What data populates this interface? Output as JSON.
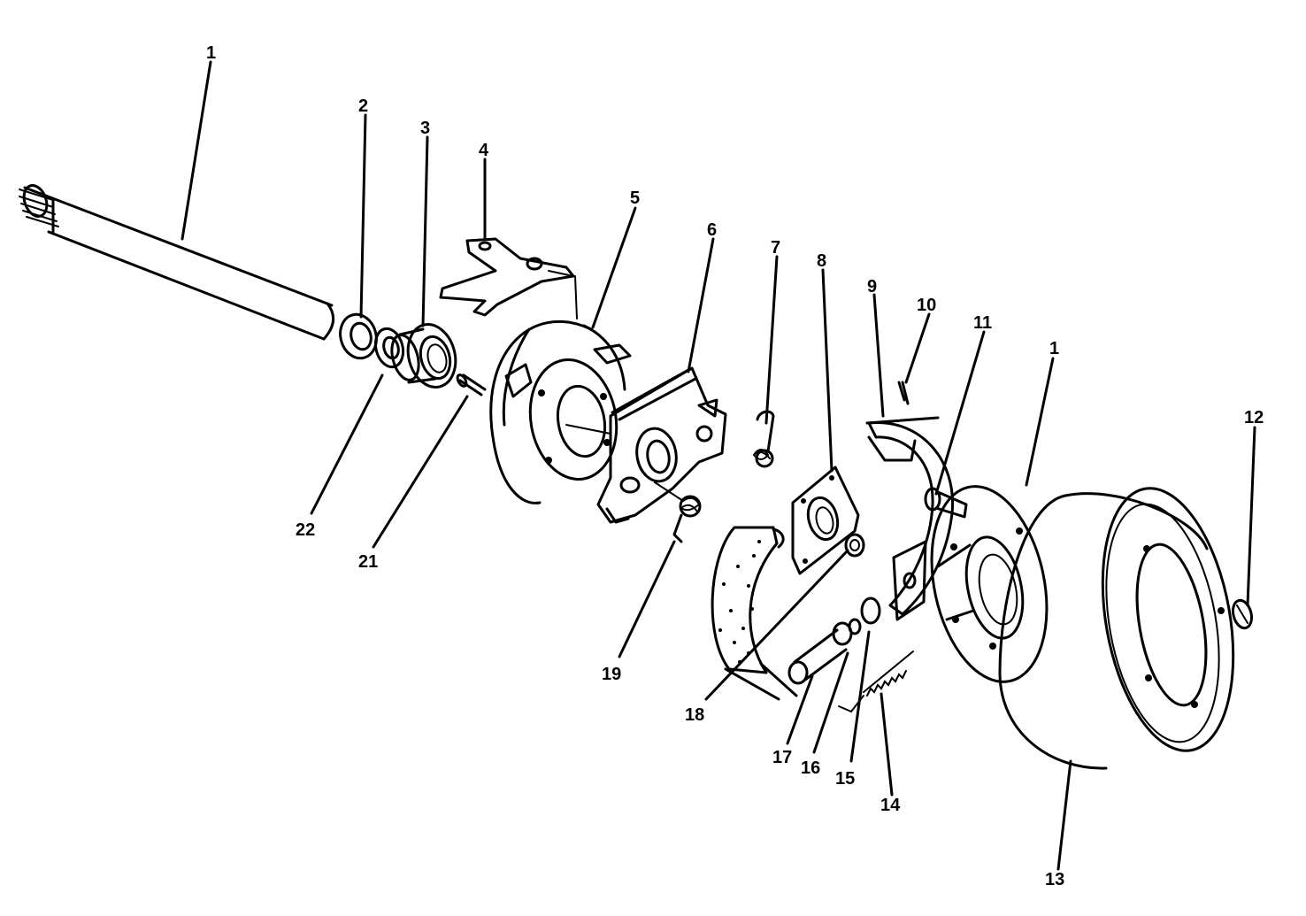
{
  "diagram": {
    "callouts": [
      {
        "id": "c1a",
        "label": "1"
      },
      {
        "id": "c2",
        "label": "2"
      },
      {
        "id": "c3",
        "label": "3"
      },
      {
        "id": "c4",
        "label": "4"
      },
      {
        "id": "c5",
        "label": "5"
      },
      {
        "id": "c6",
        "label": "6"
      },
      {
        "id": "c7",
        "label": "7"
      },
      {
        "id": "c8",
        "label": "8"
      },
      {
        "id": "c9",
        "label": "9"
      },
      {
        "id": "c10",
        "label": "10"
      },
      {
        "id": "c11",
        "label": "11"
      },
      {
        "id": "c1b",
        "label": "1"
      },
      {
        "id": "c12",
        "label": "12"
      },
      {
        "id": "c13",
        "label": "13"
      },
      {
        "id": "c14",
        "label": "14"
      },
      {
        "id": "c15",
        "label": "15"
      },
      {
        "id": "c16",
        "label": "16"
      },
      {
        "id": "c17",
        "label": "17"
      },
      {
        "id": "c18",
        "label": "18"
      },
      {
        "id": "c19",
        "label": "19"
      },
      {
        "id": "c21",
        "label": "21"
      },
      {
        "id": "c22",
        "label": "22"
      }
    ]
  }
}
